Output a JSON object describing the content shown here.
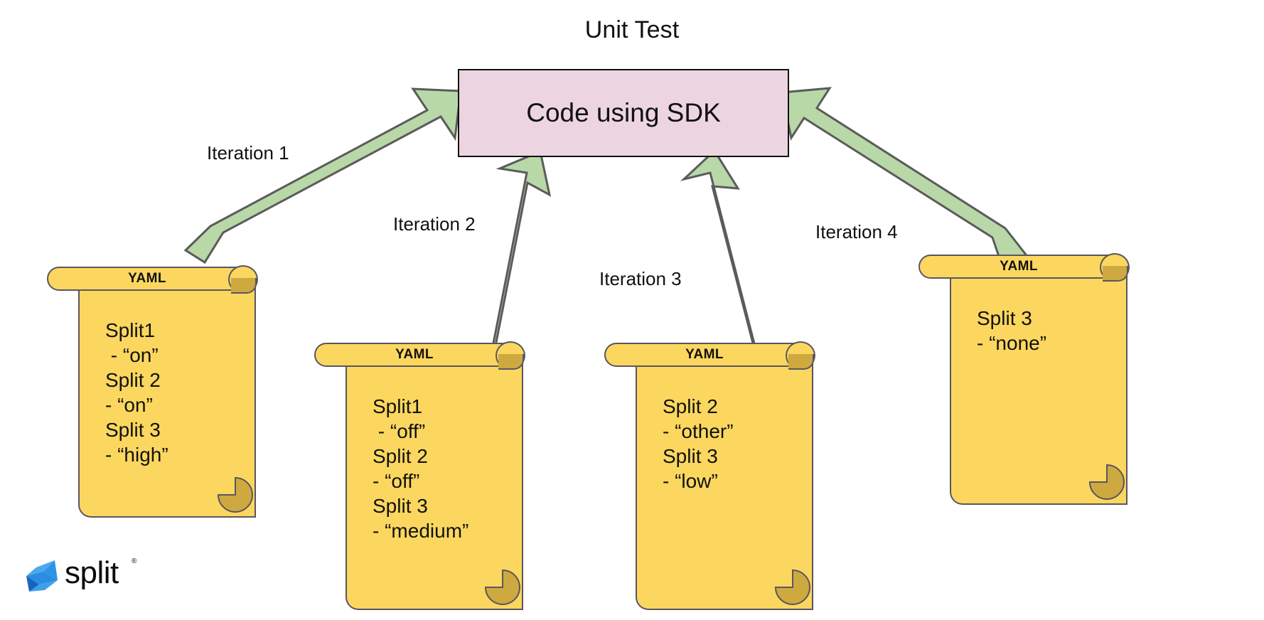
{
  "title": "Unit Test",
  "center_node": {
    "label": "Code using SDK",
    "fill": "#ecd5e1",
    "stroke": "#111111"
  },
  "arrow_style": {
    "fill": "#b9d8a7",
    "stroke": "#5b5b5b"
  },
  "edges": [
    {
      "label": "Iteration 1",
      "from": "yaml-1",
      "to": "code-using-sdk"
    },
    {
      "label": "Iteration 2",
      "from": "yaml-2",
      "to": "code-using-sdk"
    },
    {
      "label": "Iteration 3",
      "from": "yaml-3",
      "to": "code-using-sdk"
    },
    {
      "label": "Iteration 4",
      "from": "yaml-4",
      "to": "code-using-sdk"
    }
  ],
  "scrolls": [
    {
      "header": "YAML",
      "fill": "#fcd75f",
      "curl_fill": "#cda93f",
      "stroke": "#5b5560",
      "lines": [
        "Split1",
        " - “on”",
        "Split 2",
        "- “on”",
        "Split 3",
        "- “high”"
      ],
      "text": "Split1\n - “on”\nSplit 2\n- “on”\nSplit 3\n- “high”"
    },
    {
      "header": "YAML",
      "fill": "#fcd75f",
      "curl_fill": "#cda93f",
      "stroke": "#5b5560",
      "lines": [
        "Split1",
        " - “off”",
        "Split 2",
        "- “off”",
        "Split 3",
        "- “medium”"
      ],
      "text": "Split1\n - “off”\nSplit 2\n- “off”\nSplit 3\n- “medium”"
    },
    {
      "header": "YAML",
      "fill": "#fcd75f",
      "curl_fill": "#cda93f",
      "stroke": "#5b5560",
      "lines": [
        "Split 2",
        "- “other”",
        "Split 3",
        "- “low”"
      ],
      "text": "Split 2\n- “other”\nSplit 3\n- “low”"
    },
    {
      "header": "YAML",
      "fill": "#fcd75f",
      "curl_fill": "#cda93f",
      "stroke": "#5b5560",
      "lines": [
        "Split 3",
        "- “none”"
      ],
      "text": "Split 3\n- “none”"
    }
  ],
  "logo": {
    "wordmark": "split",
    "registered": "®",
    "color_light": "#4aa8f0",
    "color_mid": "#2b8ce0",
    "color_dark": "#1565c0"
  }
}
